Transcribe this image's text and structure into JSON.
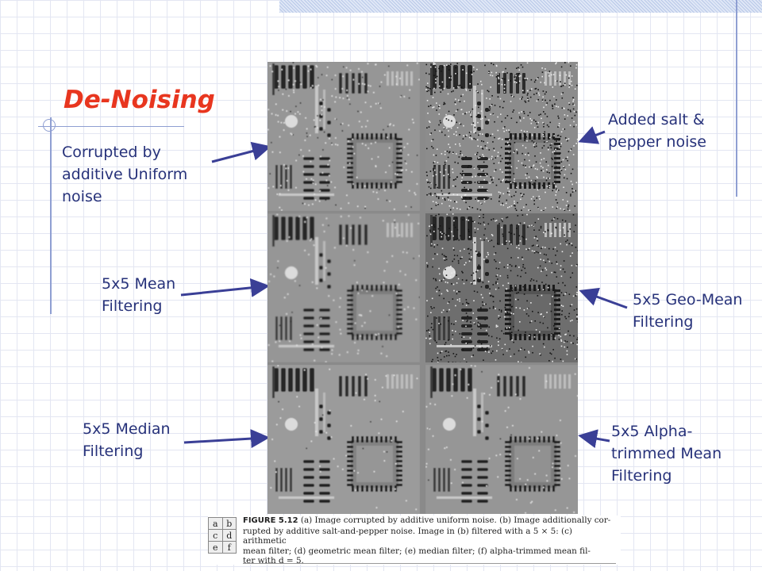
{
  "slide": {
    "title": "De-Noising",
    "colors": {
      "title": "#e8361f",
      "label": "#27327a",
      "arrow": "#3a3f96",
      "accent_line": "#8f9fd2"
    }
  },
  "labels": {
    "corrupted": "Corrupted by\nadditive Uniform\nnoise",
    "salt_pepper": "Added salt  &\npepper noise",
    "mean": "5x5 Mean\nFiltering",
    "geo_mean": "5x5 Geo-Mean\nFiltering",
    "median": "5x5 Median\nFiltering",
    "alpha": "5x5 Alpha-\ntrimmed Mean\nFiltering"
  },
  "figure": {
    "grid_letters": [
      [
        "a",
        "b"
      ],
      [
        "c",
        "d"
      ],
      [
        "e",
        "f"
      ]
    ],
    "caption_label": "FIGURE 5.12",
    "caption_line1": "(a) Image corrupted by additive uniform noise. (b) Image additionally cor-",
    "caption_line2": "rupted by additive salt-and-pepper noise. Image in (b) filtered with a 5 × 5: (c) arithmetic",
    "caption_line3": "mean filter; (d) geometric mean filter; (e) median filter; (f) alpha-trimmed mean fil-",
    "caption_line4": "ter with d = 5."
  }
}
